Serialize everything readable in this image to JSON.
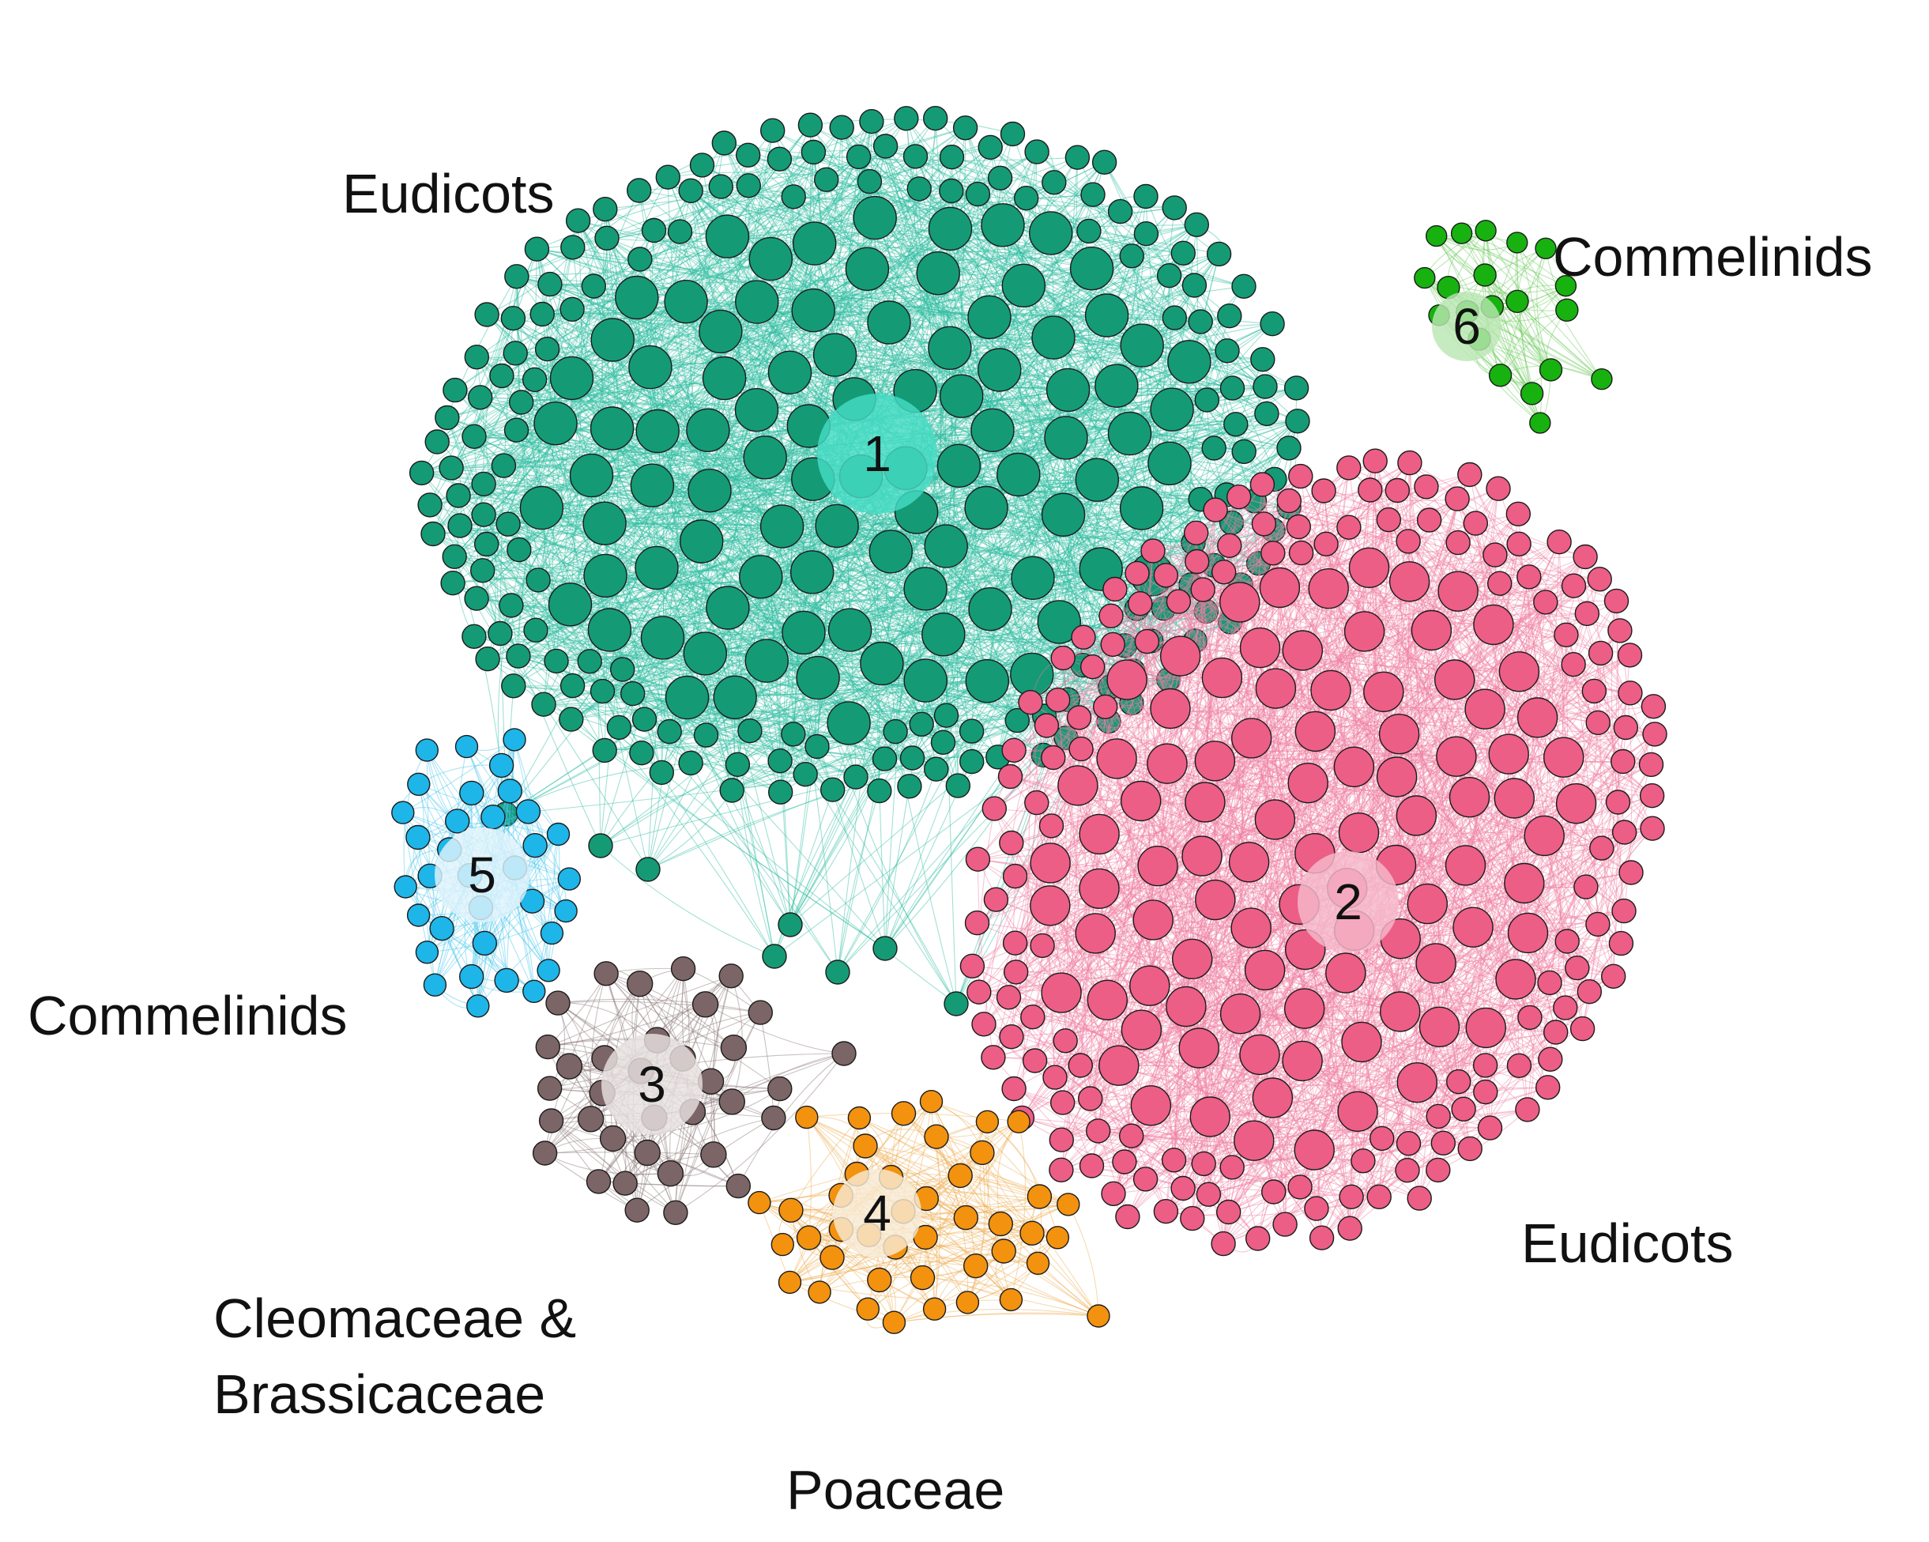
{
  "clusters": [
    {
      "id": "1",
      "label": "Eudicots",
      "color": "#159a76",
      "edge_color": "#2cbda0",
      "badge_color": "#46dcc4"
    },
    {
      "id": "2",
      "label": "Eudicots",
      "color": "#ec5e86",
      "edge_color": "#ef7ea2",
      "badge_color": "#f5b9cb"
    },
    {
      "id": "3",
      "label": "Cleomaceae & Brassicaceae",
      "color": "#7c6566",
      "edge_color": "#8a7575",
      "badge_color": "#e7e0df"
    },
    {
      "id": "4",
      "label": "Poaceae",
      "color": "#f3920f",
      "edge_color": "#eeae52",
      "badge_color": "#f8ead4"
    },
    {
      "id": "5",
      "label": "Commelinids",
      "color": "#1eb5e9",
      "edge_color": "#45c5ec",
      "badge_color": "#dff3fb"
    },
    {
      "id": "6",
      "label": "Commelinids",
      "color": "#17b20f",
      "edge_color": "#6ac95a",
      "badge_color": "#b9e7b2"
    }
  ],
  "labels": {
    "eudicots_top": "Eudicots",
    "commelinids_top": "Commelinids",
    "commelinids_left": "Commelinids",
    "eudicots_bottom": "Eudicots",
    "cleomaceae": "Cleomaceae &\nBrassicaceae",
    "poaceae": "Poaceae"
  }
}
